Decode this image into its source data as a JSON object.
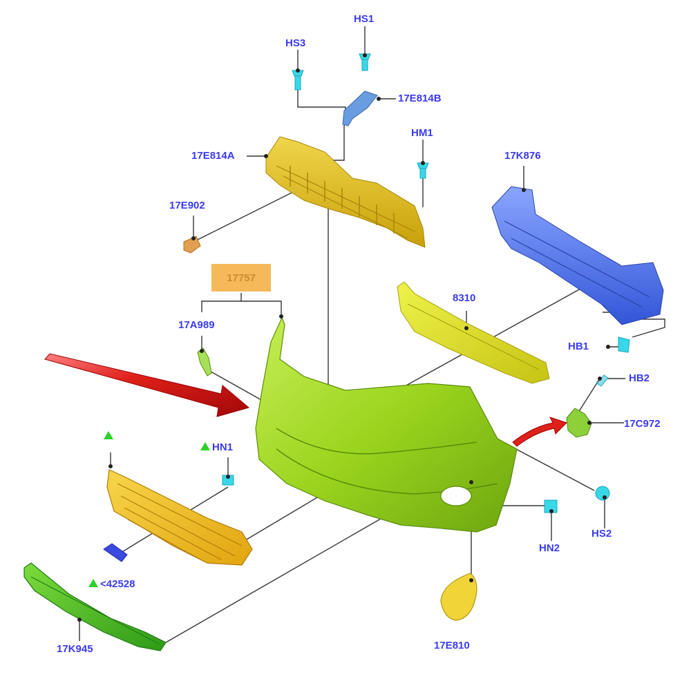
{
  "colors": {
    "label": "#3a3af0",
    "line": "#333333",
    "bumper": "#9ad41e",
    "grille_upper": "#e6c216",
    "grille_lower": "#f2c418",
    "lower_grille": "#54c02a",
    "impact_bar": "#5a7cf0",
    "absorber": "#d8e020",
    "bracket": "#6a9ce0",
    "fastener": "#38d8e8",
    "callout_box": "#f6b95a",
    "arrow": "#e0201a",
    "marker": "#2bd12b"
  },
  "callouts": {
    "hs1": "HS1",
    "hs3": "HS3",
    "e814b": "17E814B",
    "e814a": "17E814A",
    "hm1": "HM1",
    "k876": "17K876",
    "e902": "17E902",
    "box_17757": "17757",
    "a989": "17A989",
    "p8310": "8310",
    "hb1": "HB1",
    "hb2": "HB2",
    "c972": "17C972",
    "hn1": "HN1",
    "hs2": "HS2",
    "hn2": "HN2",
    "r42528": "<42528",
    "k945": "17K945",
    "e810": "17E810"
  },
  "icons": {
    "flag_marker": "green-triangle-icon",
    "fastener": "clip-fastener-icon",
    "direction": "red-arrow-icon"
  }
}
